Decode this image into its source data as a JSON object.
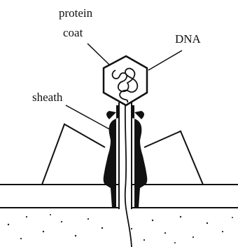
{
  "labels": {
    "protein_coat_line1": "protein",
    "protein_coat_line2": "coat",
    "dna": "DNA",
    "sheath": "sheath"
  },
  "colors": {
    "ink": "#111111",
    "background": "#ffffff"
  }
}
